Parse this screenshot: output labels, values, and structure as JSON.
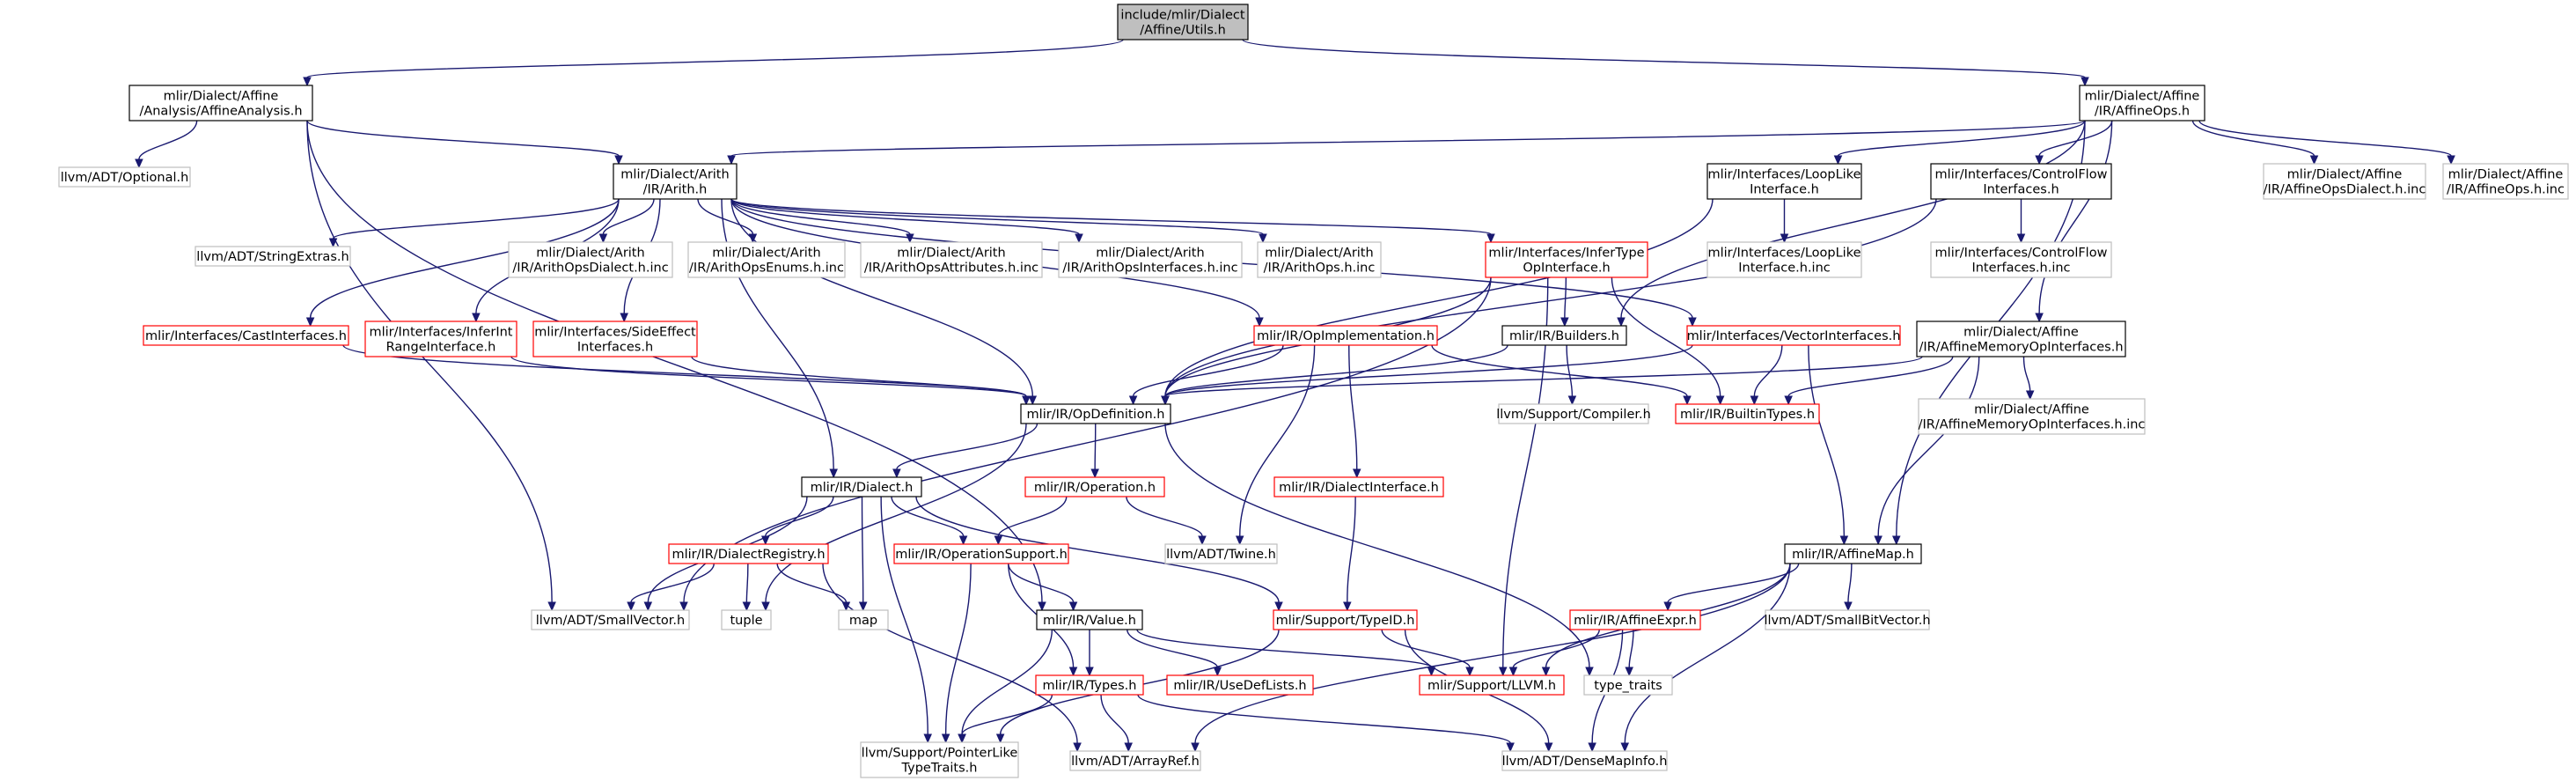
{
  "colors": {
    "edge": "#191970",
    "root_fill": "#bfbfbf",
    "root_border": "#000000",
    "documented_border": "#000000",
    "truncated_border": "#ff0000",
    "external_border": "#bfbfbf",
    "node_fill": "#ffffff"
  },
  "nodes": [
    {
      "id": "utils",
      "label": [
        "include/mlir/Dialect",
        "/Affine/Utils.h"
      ],
      "kind": "root"
    },
    {
      "id": "affine_analysis",
      "label": [
        "mlir/Dialect/Affine",
        "/Analysis/AffineAnalysis.h"
      ],
      "kind": "documented"
    },
    {
      "id": "affine_ops",
      "label": [
        "mlir/Dialect/Affine",
        "/IR/AffineOps.h"
      ],
      "kind": "documented"
    },
    {
      "id": "optional",
      "label": [
        "llvm/ADT/Optional.h"
      ],
      "kind": "external"
    },
    {
      "id": "arith",
      "label": [
        "mlir/Dialect/Arith",
        "/IR/Arith.h"
      ],
      "kind": "documented"
    },
    {
      "id": "looplike",
      "label": [
        "mlir/Interfaces/LoopLike",
        "Interface.h"
      ],
      "kind": "documented"
    },
    {
      "id": "controlflow",
      "label": [
        "mlir/Interfaces/ControlFlow",
        "Interfaces.h"
      ],
      "kind": "documented"
    },
    {
      "id": "affine_ops_dialect_inc",
      "label": [
        "mlir/Dialect/Affine",
        "/IR/AffineOpsDialect.h.inc"
      ],
      "kind": "external"
    },
    {
      "id": "affine_ops_inc",
      "label": [
        "mlir/Dialect/Affine",
        "/IR/AffineOps.h.inc"
      ],
      "kind": "external"
    },
    {
      "id": "string_extras",
      "label": [
        "llvm/ADT/StringExtras.h"
      ],
      "kind": "external"
    },
    {
      "id": "arith_dialect_inc",
      "label": [
        "mlir/Dialect/Arith",
        "/IR/ArithOpsDialect.h.inc"
      ],
      "kind": "external"
    },
    {
      "id": "arith_enums_inc",
      "label": [
        "mlir/Dialect/Arith",
        "/IR/ArithOpsEnums.h.inc"
      ],
      "kind": "external"
    },
    {
      "id": "arith_attrs_inc",
      "label": [
        "mlir/Dialect/Arith",
        "/IR/ArithOpsAttributes.h.inc"
      ],
      "kind": "external"
    },
    {
      "id": "arith_ifaces_inc",
      "label": [
        "mlir/Dialect/Arith",
        "/IR/ArithOpsInterfaces.h.inc"
      ],
      "kind": "external"
    },
    {
      "id": "arith_ops_inc",
      "label": [
        "mlir/Dialect/Arith",
        "/IR/ArithOps.h.inc"
      ],
      "kind": "external"
    },
    {
      "id": "infer_type",
      "label": [
        "mlir/Interfaces/InferType",
        "OpInterface.h"
      ],
      "kind": "truncated"
    },
    {
      "id": "looplike_inc",
      "label": [
        "mlir/Interfaces/LoopLike",
        "Interface.h.inc"
      ],
      "kind": "external"
    },
    {
      "id": "controlflow_inc",
      "label": [
        "mlir/Interfaces/ControlFlow",
        "Interfaces.h.inc"
      ],
      "kind": "external"
    },
    {
      "id": "cast_ifaces",
      "label": [
        "mlir/Interfaces/CastInterfaces.h"
      ],
      "kind": "truncated"
    },
    {
      "id": "infer_int_range",
      "label": [
        "mlir/Interfaces/InferInt",
        "RangeInterface.h"
      ],
      "kind": "truncated"
    },
    {
      "id": "side_effect",
      "label": [
        "mlir/Interfaces/SideEffect",
        "Interfaces.h"
      ],
      "kind": "truncated"
    },
    {
      "id": "op_impl",
      "label": [
        "mlir/IR/OpImplementation.h"
      ],
      "kind": "truncated"
    },
    {
      "id": "builders",
      "label": [
        "mlir/IR/Builders.h"
      ],
      "kind": "documented"
    },
    {
      "id": "vector_ifaces",
      "label": [
        "mlir/Interfaces/VectorInterfaces.h"
      ],
      "kind": "truncated"
    },
    {
      "id": "affine_mem_ifaces",
      "label": [
        "mlir/Dialect/Affine",
        "/IR/AffineMemoryOpInterfaces.h"
      ],
      "kind": "documented"
    },
    {
      "id": "op_definition",
      "label": [
        "mlir/IR/OpDefinition.h"
      ],
      "kind": "documented"
    },
    {
      "id": "compiler",
      "label": [
        "llvm/Support/Compiler.h"
      ],
      "kind": "external"
    },
    {
      "id": "builtin_types",
      "label": [
        "mlir/IR/BuiltinTypes.h"
      ],
      "kind": "truncated"
    },
    {
      "id": "affine_mem_ifaces_inc",
      "label": [
        "mlir/Dialect/Affine",
        "/IR/AffineMemoryOpInterfaces.h.inc"
      ],
      "kind": "external"
    },
    {
      "id": "dialect",
      "label": [
        "mlir/IR/Dialect.h"
      ],
      "kind": "documented"
    },
    {
      "id": "operation",
      "label": [
        "mlir/IR/Operation.h"
      ],
      "kind": "truncated"
    },
    {
      "id": "dialect_iface",
      "label": [
        "mlir/IR/DialectInterface.h"
      ],
      "kind": "truncated"
    },
    {
      "id": "dialect_registry",
      "label": [
        "mlir/IR/DialectRegistry.h"
      ],
      "kind": "truncated"
    },
    {
      "id": "op_support",
      "label": [
        "mlir/IR/OperationSupport.h"
      ],
      "kind": "truncated"
    },
    {
      "id": "twine",
      "label": [
        "llvm/ADT/Twine.h"
      ],
      "kind": "external"
    },
    {
      "id": "affine_map",
      "label": [
        "mlir/IR/AffineMap.h"
      ],
      "kind": "documented"
    },
    {
      "id": "small_vector",
      "label": [
        "llvm/ADT/SmallVector.h"
      ],
      "kind": "external"
    },
    {
      "id": "tuple",
      "label": [
        "tuple"
      ],
      "kind": "external"
    },
    {
      "id": "map",
      "label": [
        "map"
      ],
      "kind": "external"
    },
    {
      "id": "value",
      "label": [
        "mlir/IR/Value.h"
      ],
      "kind": "documented"
    },
    {
      "id": "type_id",
      "label": [
        "mlir/Support/TypeID.h"
      ],
      "kind": "truncated"
    },
    {
      "id": "affine_expr",
      "label": [
        "mlir/IR/AffineExpr.h"
      ],
      "kind": "truncated"
    },
    {
      "id": "small_bit_vector",
      "label": [
        "llvm/ADT/SmallBitVector.h"
      ],
      "kind": "external"
    },
    {
      "id": "types",
      "label": [
        "mlir/IR/Types.h"
      ],
      "kind": "truncated"
    },
    {
      "id": "use_def_lists",
      "label": [
        "mlir/IR/UseDefLists.h"
      ],
      "kind": "truncated"
    },
    {
      "id": "support_llvm",
      "label": [
        "mlir/Support/LLVM.h"
      ],
      "kind": "truncated"
    },
    {
      "id": "type_traits",
      "label": [
        "type_traits"
      ],
      "kind": "external"
    },
    {
      "id": "pointer_like",
      "label": [
        "llvm/Support/PointerLike",
        "TypeTraits.h"
      ],
      "kind": "external"
    },
    {
      "id": "array_ref",
      "label": [
        "llvm/ADT/ArrayRef.h"
      ],
      "kind": "external"
    },
    {
      "id": "dense_map_info",
      "label": [
        "llvm/ADT/DenseMapInfo.h"
      ],
      "kind": "external"
    }
  ],
  "edges": [
    [
      "utils",
      "affine_analysis"
    ],
    [
      "utils",
      "affine_ops"
    ],
    [
      "affine_analysis",
      "arith"
    ],
    [
      "affine_analysis",
      "optional"
    ],
    [
      "affine_analysis",
      "small_vector"
    ],
    [
      "affine_analysis",
      "value"
    ],
    [
      "affine_ops",
      "arith"
    ],
    [
      "affine_ops",
      "looplike"
    ],
    [
      "affine_ops",
      "controlflow"
    ],
    [
      "affine_ops",
      "affine_ops_dialect_inc"
    ],
    [
      "affine_ops",
      "affine_ops_inc"
    ],
    [
      "affine_ops",
      "builders"
    ],
    [
      "affine_ops",
      "affine_mem_ifaces"
    ],
    [
      "affine_ops",
      "affine_map"
    ],
    [
      "arith",
      "string_extras"
    ],
    [
      "arith",
      "arith_dialect_inc"
    ],
    [
      "arith",
      "arith_enums_inc"
    ],
    [
      "arith",
      "arith_attrs_inc"
    ],
    [
      "arith",
      "arith_ifaces_inc"
    ],
    [
      "arith",
      "arith_ops_inc"
    ],
    [
      "arith",
      "infer_type"
    ],
    [
      "arith",
      "cast_ifaces"
    ],
    [
      "arith",
      "infer_int_range"
    ],
    [
      "arith",
      "side_effect"
    ],
    [
      "arith",
      "op_impl"
    ],
    [
      "arith",
      "vector_ifaces"
    ],
    [
      "arith",
      "op_definition"
    ],
    [
      "arith",
      "dialect"
    ],
    [
      "looplike",
      "looplike_inc"
    ],
    [
      "looplike",
      "op_definition"
    ],
    [
      "controlflow",
      "controlflow_inc"
    ],
    [
      "controlflow",
      "op_definition"
    ],
    [
      "infer_type",
      "builders"
    ],
    [
      "infer_type",
      "builtin_types"
    ],
    [
      "infer_type",
      "op_definition"
    ],
    [
      "infer_type",
      "support_llvm"
    ],
    [
      "infer_type",
      "small_vector"
    ],
    [
      "cast_ifaces",
      "op_definition"
    ],
    [
      "infer_int_range",
      "op_definition"
    ],
    [
      "side_effect",
      "op_definition"
    ],
    [
      "op_impl",
      "op_definition"
    ],
    [
      "op_impl",
      "builtin_types"
    ],
    [
      "op_impl",
      "dialect_iface"
    ],
    [
      "op_impl",
      "twine"
    ],
    [
      "builders",
      "op_definition"
    ],
    [
      "builders",
      "compiler"
    ],
    [
      "vector_ifaces",
      "op_definition"
    ],
    [
      "vector_ifaces",
      "builtin_types"
    ],
    [
      "vector_ifaces",
      "affine_map"
    ],
    [
      "affine_mem_ifaces",
      "op_definition"
    ],
    [
      "affine_mem_ifaces",
      "builtin_types"
    ],
    [
      "affine_mem_ifaces",
      "affine_mem_ifaces_inc"
    ],
    [
      "affine_mem_ifaces",
      "affine_map"
    ],
    [
      "op_definition",
      "dialect"
    ],
    [
      "op_definition",
      "operation"
    ],
    [
      "op_definition",
      "tuple"
    ],
    [
      "op_definition",
      "type_traits"
    ],
    [
      "dialect",
      "dialect_registry"
    ],
    [
      "dialect",
      "op_support"
    ],
    [
      "dialect",
      "map"
    ],
    [
      "dialect",
      "type_id"
    ],
    [
      "dialect",
      "small_vector"
    ],
    [
      "dialect",
      "pointer_like"
    ],
    [
      "operation",
      "op_support"
    ],
    [
      "operation",
      "twine"
    ],
    [
      "dialect_iface",
      "type_id"
    ],
    [
      "dialect_registry",
      "small_vector"
    ],
    [
      "dialect_registry",
      "tuple"
    ],
    [
      "dialect_registry",
      "map"
    ],
    [
      "dialect_registry",
      "array_ref"
    ],
    [
      "op_support",
      "value"
    ],
    [
      "op_support",
      "types"
    ],
    [
      "op_support",
      "pointer_like"
    ],
    [
      "affine_map",
      "affine_expr"
    ],
    [
      "affine_map",
      "support_llvm"
    ],
    [
      "affine_map",
      "small_bit_vector"
    ],
    [
      "affine_map",
      "array_ref"
    ],
    [
      "affine_map",
      "dense_map_info"
    ],
    [
      "value",
      "types"
    ],
    [
      "value",
      "use_def_lists"
    ],
    [
      "value",
      "support_llvm"
    ],
    [
      "value",
      "pointer_like"
    ],
    [
      "type_id",
      "support_llvm"
    ],
    [
      "type_id",
      "pointer_like"
    ],
    [
      "type_id",
      "dense_map_info"
    ],
    [
      "affine_expr",
      "support_llvm"
    ],
    [
      "affine_expr",
      "type_traits"
    ],
    [
      "affine_expr",
      "dense_map_info"
    ],
    [
      "types",
      "array_ref"
    ],
    [
      "types",
      "dense_map_info"
    ],
    [
      "types",
      "pointer_like"
    ]
  ]
}
